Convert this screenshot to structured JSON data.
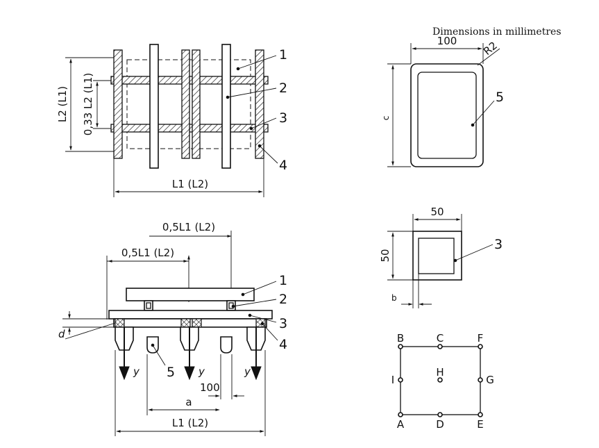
{
  "title": "Dimensions in millimetres",
  "plan_view": {
    "label_1": "1",
    "label_2": "2",
    "label_3": "3",
    "label_4": "4",
    "dim_l2": "L2 (L1)",
    "dim_033": "0,33 L2 (L1)",
    "dim_l1": "L1 (L2)"
  },
  "elevation_view": {
    "dim_05_upper": "0,5L1 (L2)",
    "dim_05_lower": "0,5L1 (L2)",
    "label_1": "1",
    "label_2": "2",
    "label_3": "3",
    "label_4": "4",
    "label_5": "5",
    "dim_d": "d",
    "arrow_y_left": "y",
    "arrow_y_mid": "y",
    "arrow_y_right": "y",
    "dim_100": "100",
    "dim_a": "a",
    "dim_l1": "L1 (L2)"
  },
  "detail_5": {
    "dim_width": "100",
    "radius": "R2",
    "dim_c": "c",
    "label": "5"
  },
  "detail_3": {
    "dim_width": "50",
    "dim_height": "50",
    "dim_b": "b",
    "label": "3"
  },
  "points_grid": {
    "points": [
      "B",
      "C",
      "F",
      "I",
      "H",
      "G",
      "A",
      "D",
      "E"
    ]
  }
}
